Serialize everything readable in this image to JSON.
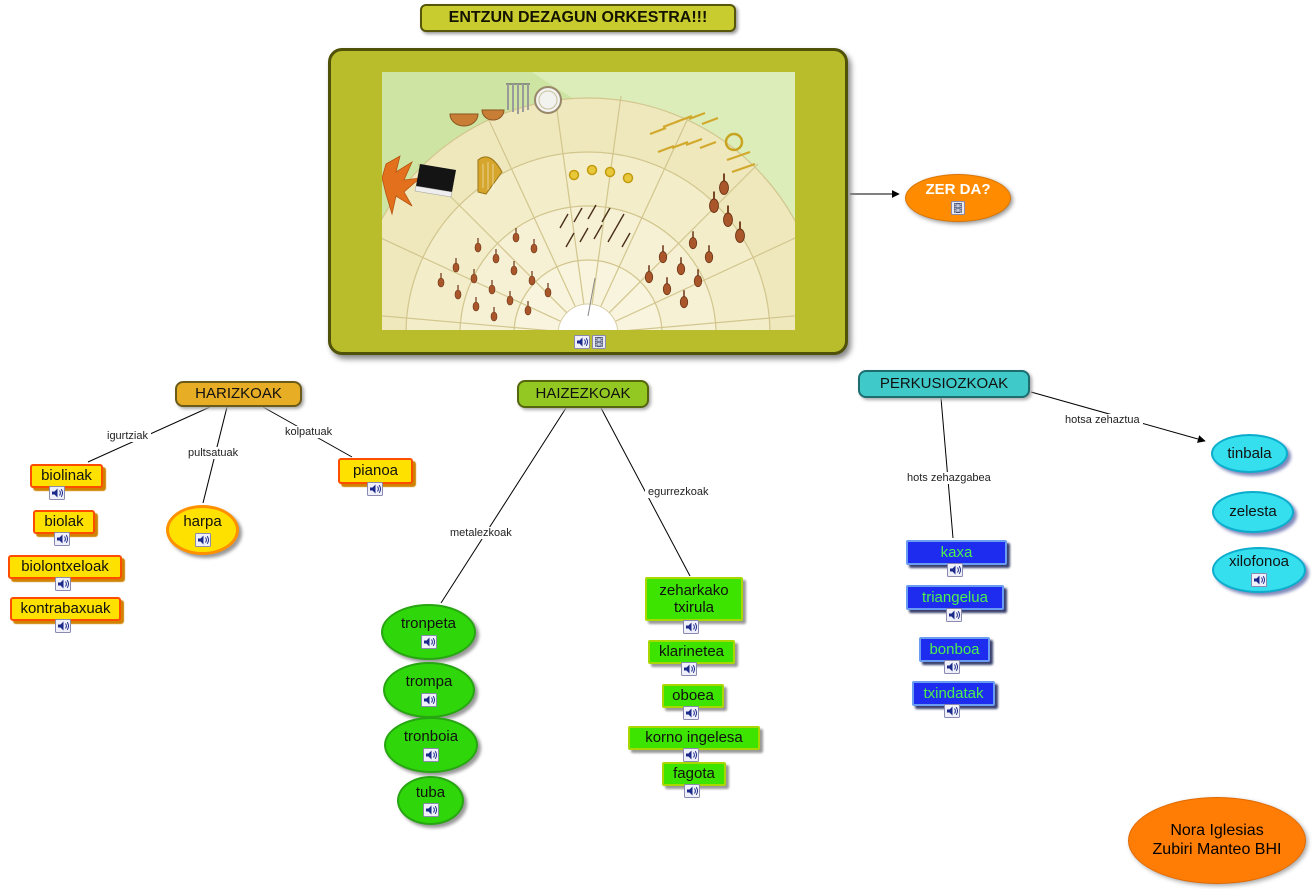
{
  "title": "ENTZUN DEZAGUN ORKESTRA!!!",
  "zer_da": {
    "label": "ZER DA?"
  },
  "categories": {
    "strings": "HARIZKOAK",
    "winds": "HAIZEZKOAK",
    "percussion": "PERKUSIOZKOAK"
  },
  "links": {
    "bowed": "igurtziak",
    "plucked": "pultsatuak",
    "struck": "kolpatuak",
    "brass": "metalezkoak",
    "woodwind": "egurrezkoak",
    "indefinite_pitch": "hots zehazgabea",
    "definite_pitch": "hotsa zehaztua"
  },
  "instruments": {
    "bowed": [
      "biolinak",
      "biolak",
      "biolontxeloak",
      "kontrabaxuak"
    ],
    "plucked": [
      "harpa"
    ],
    "struck": [
      "pianoa"
    ],
    "brass": [
      "tronpeta",
      "trompa",
      "tronboia",
      "tuba"
    ],
    "woodwind": [
      "zeharkako txirula",
      "klarinetea",
      "oboea",
      "korno ingelesa",
      "fagota"
    ],
    "indefinite_pitch": [
      "kaxa",
      "triangelua",
      "bonboa",
      "txindatak"
    ],
    "definite_pitch": [
      "tinbala",
      "zelesta",
      "xilofonoa"
    ]
  },
  "credit": {
    "line1": "Nora Iglesias",
    "line2": "Zubiri Manteo BHI"
  },
  "icons": {
    "speaker": "speaker-icon",
    "film": "film-icon"
  },
  "colors": {
    "title_bg": "#c9cc2e",
    "frame_bg": "#b9bd2c",
    "strings_category_bg": "#e7ad25",
    "strings_node_bg": "#ffe100",
    "strings_node_border": "#ff4d00",
    "winds_category_bg": "#93c823",
    "brass_node_bg": "#2fd60a",
    "woodwind_node_bg": "#3ce400",
    "percussion_category_bg": "#3fc9c9",
    "indefinite_node_bg": "#1e2cf0",
    "indefinite_node_text": "#4df04d",
    "definite_node_bg": "#35dfee",
    "zer_da_bg": "#ff8c00",
    "credit_bg": "#ff7d05"
  }
}
